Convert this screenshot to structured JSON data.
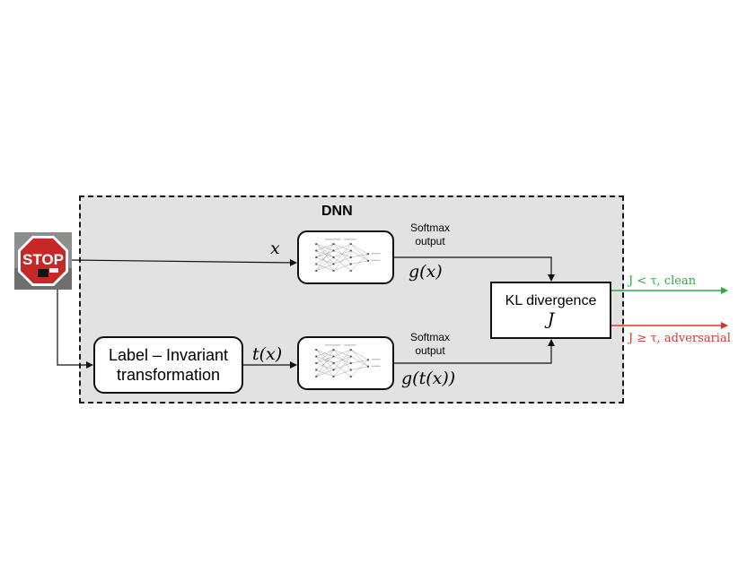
{
  "diagram": {
    "region_title": "DNN",
    "input_label": "x",
    "transform_box": {
      "line1": "Label – Invariant",
      "line2": "transformation"
    },
    "transform_output_label": "t(x)",
    "top_softmax": {
      "line1": "Softmax",
      "line2": "output",
      "formula": "g(x)"
    },
    "bottom_softmax": {
      "line1": "Softmax",
      "line2": "output",
      "formula": "g(t(x))"
    },
    "kl_box": {
      "title": "KL divergence",
      "symbol": "J"
    },
    "outputs": {
      "clean": {
        "text": "J < τ,  clean",
        "color": "#2ea84a"
      },
      "adversarial": {
        "text": "J ≥ τ,  adversarial",
        "color": "#d23a2a"
      }
    },
    "stop_sign_text": "STOP",
    "colors": {
      "region_fill": "#e2e2e2",
      "stop_red": "#c62828"
    }
  }
}
